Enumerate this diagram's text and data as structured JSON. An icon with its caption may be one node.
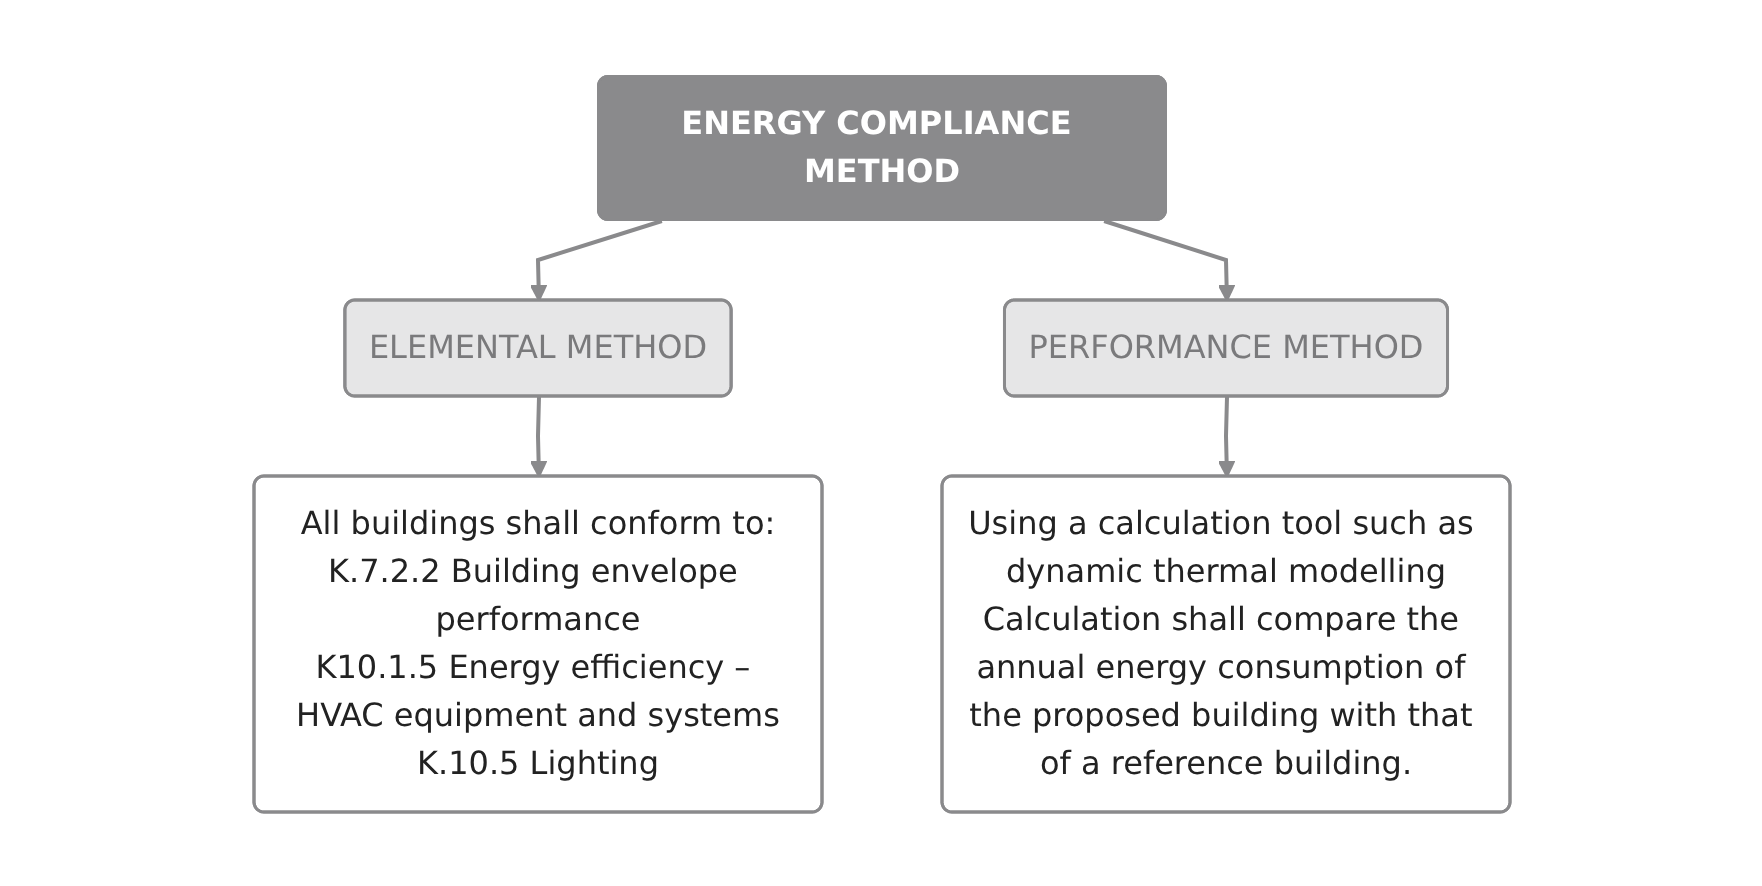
{
  "diagram": {
    "nodes": [
      {
        "text": [
          "ENERGY COMPLIANCE METHOD"
        ]
      },
      {
        "text": [
          "ELEMENTAL METHOD"
        ]
      },
      {
        "text": [
          "PERFORMANCE METHOD"
        ]
      },
      {
        "text": [
          "All buildings shall conform to:",
          "K.7.2.2 Building envelope performance",
          "K10.1.5 Energy efficiency – HVAC equipment and systems",
          "K.10.5 Lighting"
        ]
      },
      {
        "text": [
          "Using a calculation tool such as dynamic thermal modelling",
          "Calculation shall compare the annual energy consumption of the proposed building with that of a reference building."
        ]
      }
    ],
    "edges": [
      {
        "from": 0,
        "to": 1,
        "arrow": "to"
      },
      {
        "from": 0,
        "to": 2,
        "arrow": "to"
      },
      {
        "from": 1,
        "to": 3,
        "arrow": "to"
      },
      {
        "from": 2,
        "to": 4,
        "arrow": "to"
      }
    ]
  }
}
